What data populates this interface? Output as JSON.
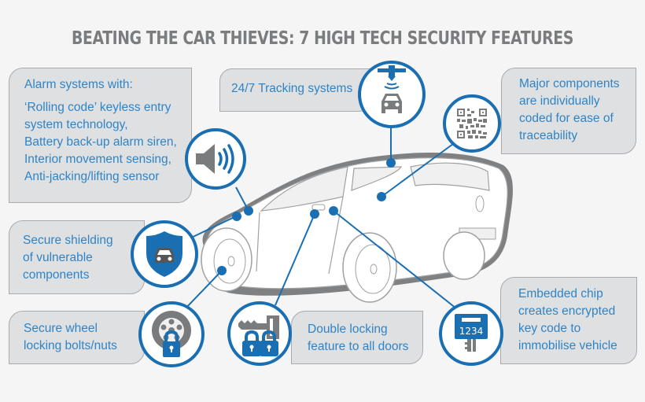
{
  "title": "BEATING THE CAR THIEVES: 7 HIGH TECH SECURITY FEATURES",
  "colors": {
    "accent": "#1a6fb3",
    "text_blue": "#2f84c6",
    "bubble_bg": "#dfe0e2",
    "title_gray": "#7b7c7e",
    "icon_gray": "#7a7b7d"
  },
  "features": {
    "alarm": {
      "heading": "Alarm systems with:",
      "lines": [
        "‘Rolling code’ keyless entry",
        "system technology,",
        "Battery back-up alarm siren,",
        "Interior movement sensing,",
        "Anti-jacking/lifting sensor"
      ],
      "icon": "speaker-icon"
    },
    "tracking": {
      "lines": [
        "24/7 Tracking systems"
      ],
      "icon": "satellite-car-icon"
    },
    "components": {
      "lines": [
        "Major components",
        "are individually",
        "coded for ease of",
        "traceability"
      ],
      "icon": "qr-code-icon"
    },
    "shielding": {
      "lines": [
        "Secure shielding",
        "of vulnerable",
        "components"
      ],
      "icon": "shield-car-icon"
    },
    "wheel": {
      "lines": [
        "Secure wheel",
        "locking bolts/nuts"
      ],
      "icon": "wheel-lock-icon"
    },
    "doors": {
      "lines": [
        "Double locking",
        "feature to all doors"
      ],
      "icon": "key-padlocks-icon"
    },
    "chip": {
      "lines": [
        "Embedded chip",
        "creates encrypted",
        "key code to",
        "immobilise vehicle"
      ],
      "icon": "key-chip-icon",
      "code": "1234"
    }
  }
}
